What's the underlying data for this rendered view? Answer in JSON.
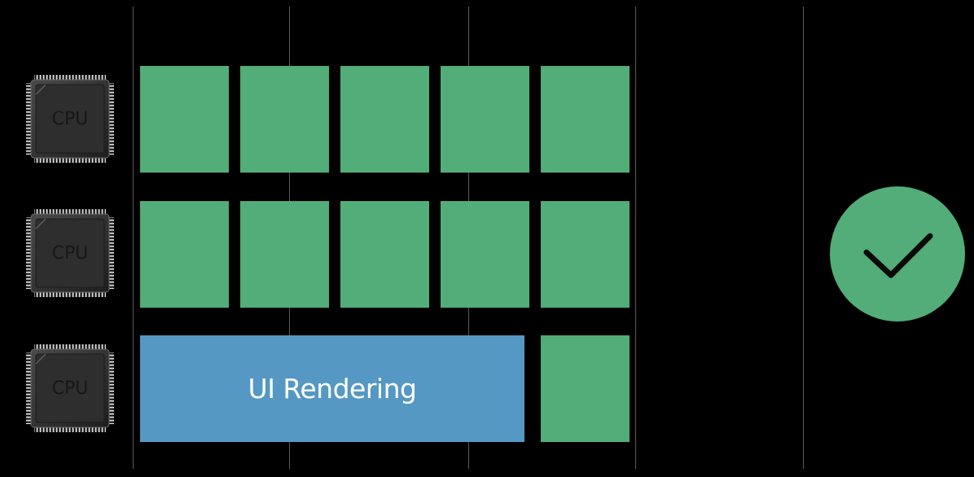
{
  "colors": {
    "background": "#000000",
    "task_block": "#52ad78",
    "ui_block": "#5598c3",
    "gridline": "#5a5a5a",
    "check_circle": "#52ad78",
    "check_mark": "#0a0a0a"
  },
  "cpu_label": "CPU",
  "cores": [
    {
      "icon": "cpu-chip-icon",
      "blocks": [
        "task",
        "task",
        "task",
        "task",
        "task"
      ]
    },
    {
      "icon": "cpu-chip-icon",
      "blocks": [
        "task",
        "task",
        "task",
        "task",
        "task"
      ]
    },
    {
      "icon": "cpu-chip-icon",
      "blocks": [
        "ui",
        "task"
      ]
    }
  ],
  "ui_block_label": "UI Rendering",
  "status_icon": "checkmark-icon"
}
